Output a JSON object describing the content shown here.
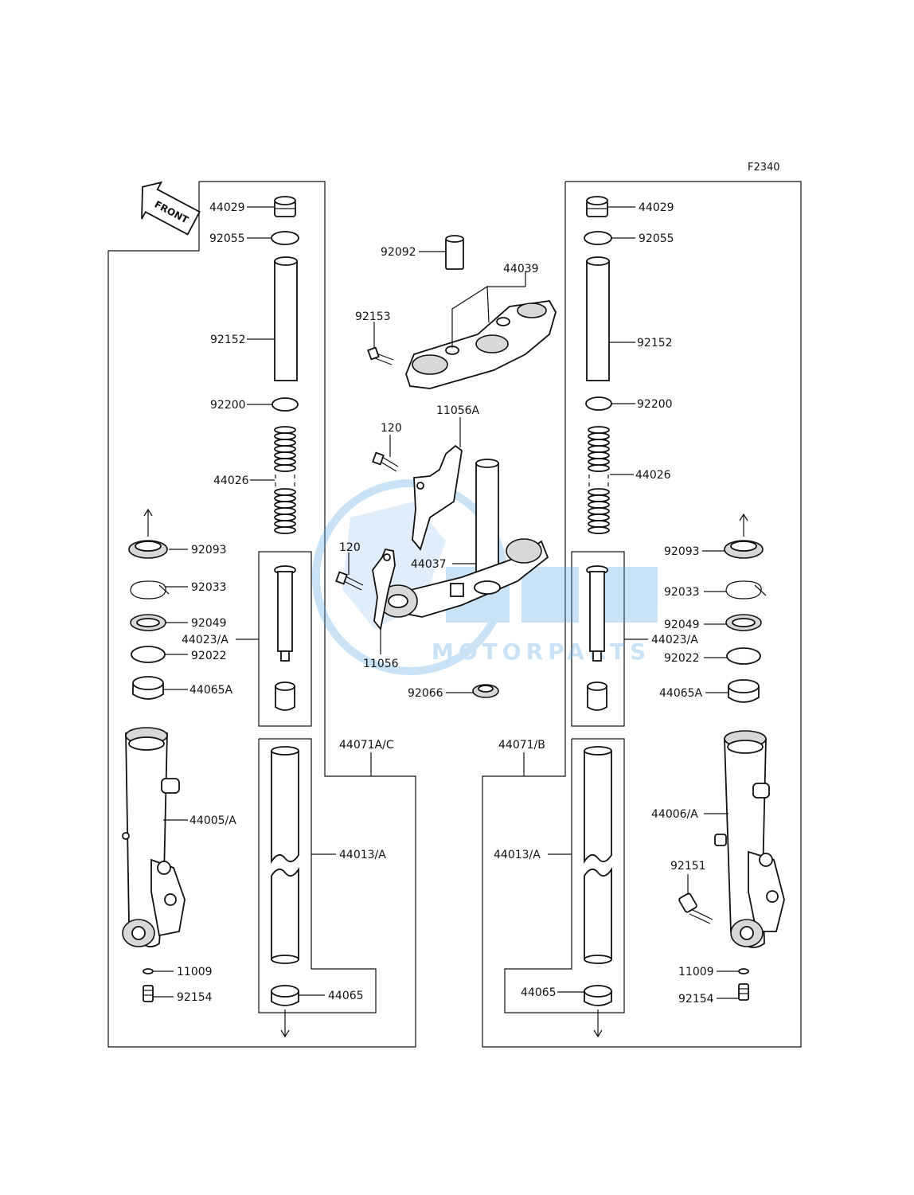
{
  "figure_code": "F2340",
  "front_marker": "FRONT",
  "watermark": {
    "brand": "OEM",
    "sub": "MOTORPARTS",
    "color": "#5aa6e6"
  },
  "left_column": {
    "labels": [
      "44029",
      "92055",
      "92152",
      "92200",
      "44026",
      "92093",
      "92033",
      "92049",
      "44023/A",
      "92022",
      "44065A",
      "44005/A",
      "11009",
      "92154",
      "44013/A",
      "44065",
      "44071A/C"
    ]
  },
  "center": {
    "labels": [
      "92092",
      "44039",
      "92153",
      "11056A",
      "120",
      "44037",
      "120",
      "11056",
      "92066"
    ]
  },
  "right_column": {
    "labels": [
      "44029",
      "92055",
      "92152",
      "92200",
      "44026",
      "92093",
      "92033",
      "92049",
      "44023/A",
      "92022",
      "44065A",
      "44006/A",
      "92151",
      "11009",
      "92154",
      "44013/A",
      "44065",
      "44071/B"
    ]
  }
}
